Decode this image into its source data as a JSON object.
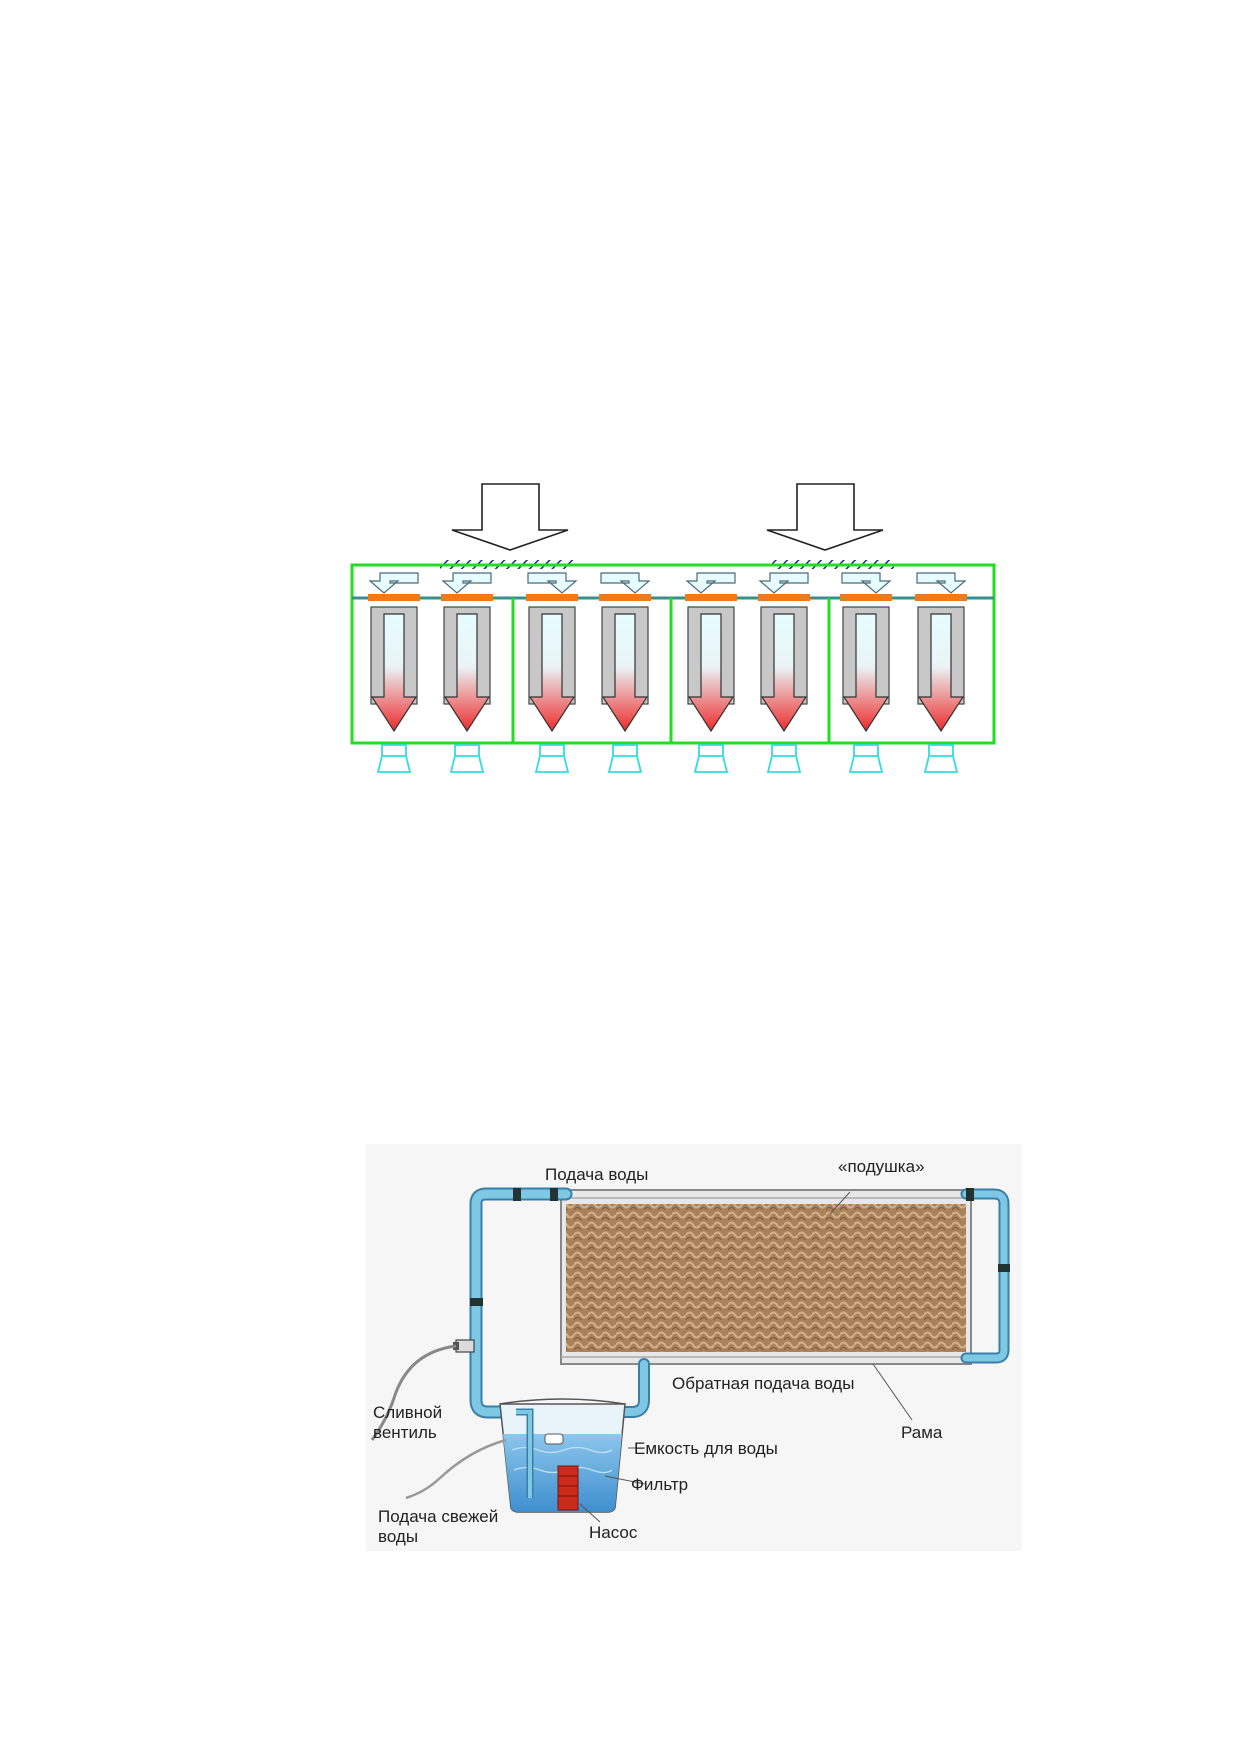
{
  "airflow_diagram": {
    "module_count": 4,
    "units_per_module": 2,
    "colors": {
      "frame": "#22dd22",
      "divider": "#3a8f8a",
      "damper": "#f07a1a",
      "unit_body": "#c8c8c8",
      "air_cold": "#e6fcff",
      "air_hot": "#ee2b2b",
      "nozzle": "#33dddd",
      "hatch": "#1a2a9a"
    }
  },
  "cooler_diagram": {
    "labels": {
      "water_supply": "Подача воды",
      "pad": "«подушка»",
      "drain_valve_line1": "Сливной",
      "drain_valve_line2": "вентиль",
      "return_water": "Обратная подача воды",
      "frame": "Рама",
      "water_tank": "Емкость для воды",
      "filter": "Фильтр",
      "fresh_water_line1": "Подача свежей",
      "fresh_water_line2": "воды",
      "pump": "Насос"
    },
    "colors": {
      "pipe": "#7fc8e4",
      "pipe_outline": "#3a7fa8",
      "pad": "#b08a60",
      "water": "#5fa9dd",
      "pump": "#cc2a1a"
    }
  }
}
